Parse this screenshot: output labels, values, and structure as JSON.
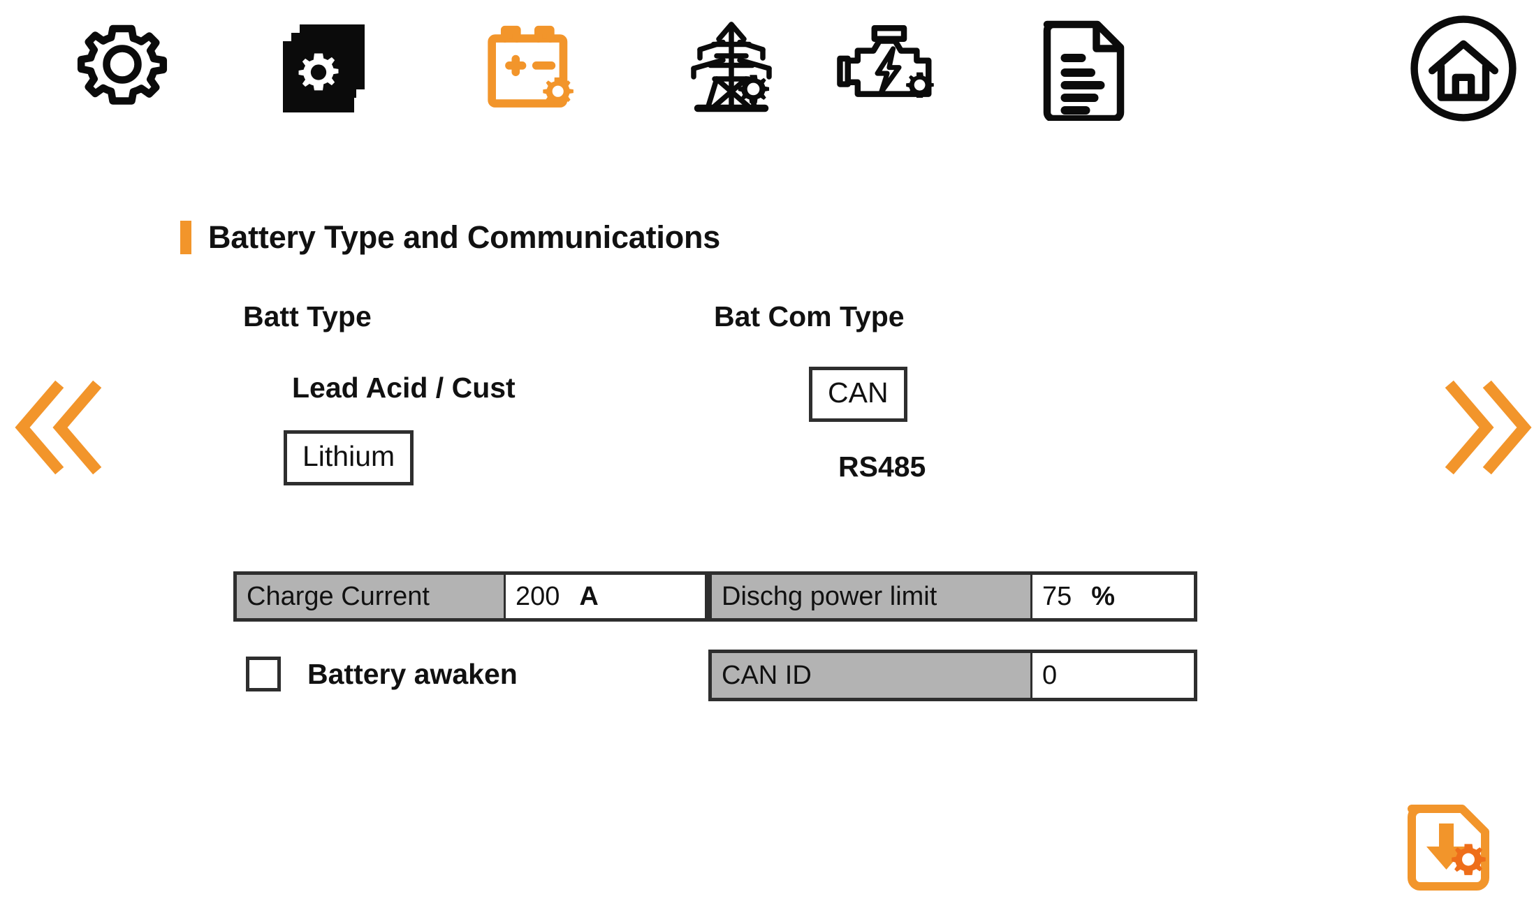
{
  "colors": {
    "accent": "#F2952B",
    "accent_dark": "#E8711A",
    "dark": "#2E2E2E",
    "grey_cell": "#B3B3B3",
    "background": "#FFFFFF"
  },
  "toolbar": {
    "items": [
      {
        "name": "settings-gear-icon",
        "label": "Settings"
      },
      {
        "name": "multi-settings-icon",
        "label": "Advanced Settings"
      },
      {
        "name": "battery-settings-icon",
        "label": "Battery Settings"
      },
      {
        "name": "grid-tower-settings-icon",
        "label": "Grid Settings"
      },
      {
        "name": "generator-settings-icon",
        "label": "Generator Settings"
      },
      {
        "name": "document-icon",
        "label": "Logs"
      }
    ],
    "home": {
      "name": "home-icon",
      "label": "Home"
    }
  },
  "section": {
    "title": "Battery Type and Communications"
  },
  "batt_type": {
    "label": "Batt Type",
    "options": [
      {
        "value": "Lead Acid / Cust",
        "selected": false
      },
      {
        "value": "Lithium",
        "selected": true
      }
    ],
    "selected": "Lithium"
  },
  "bat_com_type": {
    "label": "Bat Com Type",
    "options": [
      {
        "value": "CAN",
        "selected": true
      },
      {
        "value": "RS485",
        "selected": false
      }
    ],
    "selected": "CAN"
  },
  "fields": {
    "charge_current": {
      "label": "Charge Current",
      "value": "200",
      "unit": "A"
    },
    "dischg_power_limit": {
      "label": "Dischg power limit",
      "value": "75",
      "unit": "%"
    },
    "can_id": {
      "label": "CAN ID",
      "value": "0",
      "unit": ""
    }
  },
  "battery_awaken": {
    "label": "Battery awaken",
    "checked": false
  },
  "navigation": {
    "prev": {
      "name": "double-chevron-left-icon",
      "label": "Previous page"
    },
    "next": {
      "name": "double-chevron-right-icon",
      "label": "Next page"
    }
  },
  "save": {
    "name": "save-settings-icon",
    "label": "Save settings"
  }
}
